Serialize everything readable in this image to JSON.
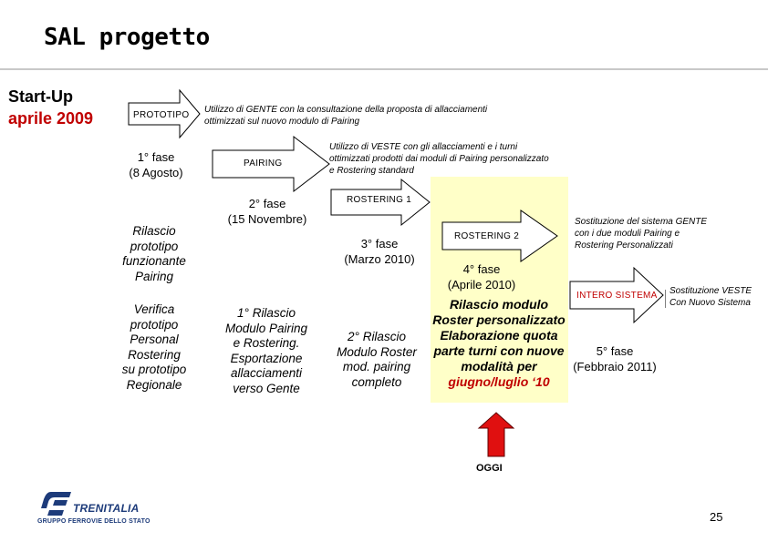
{
  "title": "SAL progetto",
  "startup": {
    "line1": "Start-Up",
    "line2": "aprile 2009"
  },
  "arrows": {
    "prototipo": "PROTOTIPO",
    "pairing": "PAIRING",
    "rostering1": "ROSTERING 1",
    "rostering2": "ROSTERING 2",
    "intero": "INTERO SISTEMA"
  },
  "notes": {
    "gente_line1": "Utilizzo di GENTE con la consultazione della proposta di allacciamenti",
    "gente_line2": "ottimizzati sul nuovo modulo di Pairing",
    "veste_line1": "Utilizzo di VESTE con gli allacciamenti e i turni",
    "veste_line2": "ottimizzati prodotti dai moduli di Pairing personalizzato",
    "veste_line3": "e Rostering standard",
    "sost_gente_line1": "Sostituzione del sistema GENTE",
    "sost_gente_line2": "con i due moduli Pairing e",
    "sost_gente_line3": "Rostering Personalizzati",
    "sost_veste_line1": "Sostituzione VESTE",
    "sost_veste_line2": "Con Nuovo Sistema"
  },
  "phases": {
    "f1_line1": "1° fase",
    "f1_line2": "(8 Agosto)",
    "f2_line1": "2° fase",
    "f2_line2": "(15 Novembre)",
    "f3_line1": "3° fase",
    "f3_line2": "(Marzo 2010)",
    "f4_line1": "4° fase",
    "f4_line2": "(Aprile 2010)",
    "f5_line1": "5° fase",
    "f5_line2": "(Febbraio 2011)"
  },
  "deliverables": {
    "rilascio_proto": [
      "Rilascio",
      "prototipo",
      "funzionante",
      "Pairing"
    ],
    "verifica": [
      "Verifica",
      "prototipo",
      "Personal",
      "Rostering",
      "su prototipo",
      "Regionale"
    ],
    "rilascio1": [
      "1° Rilascio",
      "Modulo Pairing",
      "e Rostering.",
      "Esportazione",
      "allacciamenti",
      "verso Gente"
    ],
    "rilascio2": [
      "2° Rilascio",
      "Modulo Roster",
      "mod. pairing",
      "completo"
    ],
    "roster_pers": [
      "Rilascio modulo",
      "Roster personalizzato",
      "Elaborazione quota",
      "parte turni  con nuove",
      "modalità per"
    ],
    "giugno": "giugno/luglio ‘10"
  },
  "oggi": "OGGI",
  "logo": {
    "brand": "TRENITALIA",
    "group": "GRUPPO FERROVIE DELLO STATO"
  },
  "page_number": "25",
  "colors": {
    "arrow_fill": "#ffffff",
    "arrow_stroke": "#000000",
    "red": "#c00000",
    "oggi_arrow": "#e01010",
    "highlight": "#ffffc8",
    "brand_blue": "#1d3b7a"
  }
}
